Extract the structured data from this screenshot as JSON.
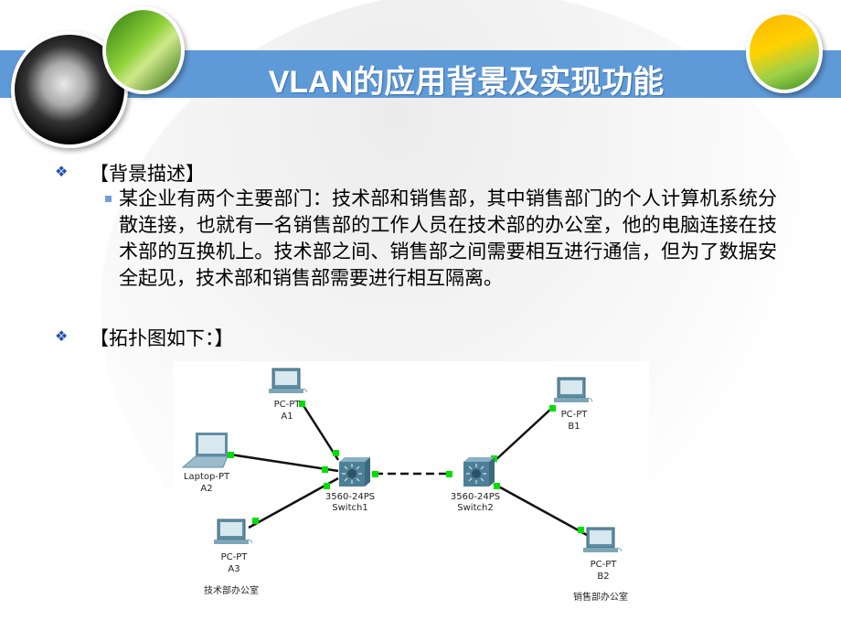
{
  "title": "VLAN的应用背景及实现功能",
  "bullets": [
    {
      "label": "【背景描述】",
      "sub": "某企业有两个主要部门：技术部和销售部，其中销售部门的个人计算机系统分散连接，也就有一名销售部的工作人员在技术部的办公室，他的电脑连接在技术部的互换机上。技术部之间、销售部之间需要相互进行通信，但为了数据安全起见，技术部和销售部需要进行相互隔离。"
    },
    {
      "label": "【拓扑图如下：】"
    }
  ],
  "topology": {
    "a1": {
      "type": "PC-PT",
      "name": "A1"
    },
    "a2": {
      "type": "Laptop-PT",
      "name": "A2"
    },
    "a3": {
      "type": "PC-PT",
      "name": "A3"
    },
    "b1": {
      "type": "PC-PT",
      "name": "B1"
    },
    "b2": {
      "type": "PC-PT",
      "name": "B2"
    },
    "sw1": {
      "type": "3560-24PS",
      "name": "Switch1"
    },
    "sw2": {
      "type": "3560-24PS",
      "name": "Switch2"
    },
    "office_left": "技术部办公室",
    "office_right": "销售部办公室",
    "link_color": "#00e000"
  }
}
